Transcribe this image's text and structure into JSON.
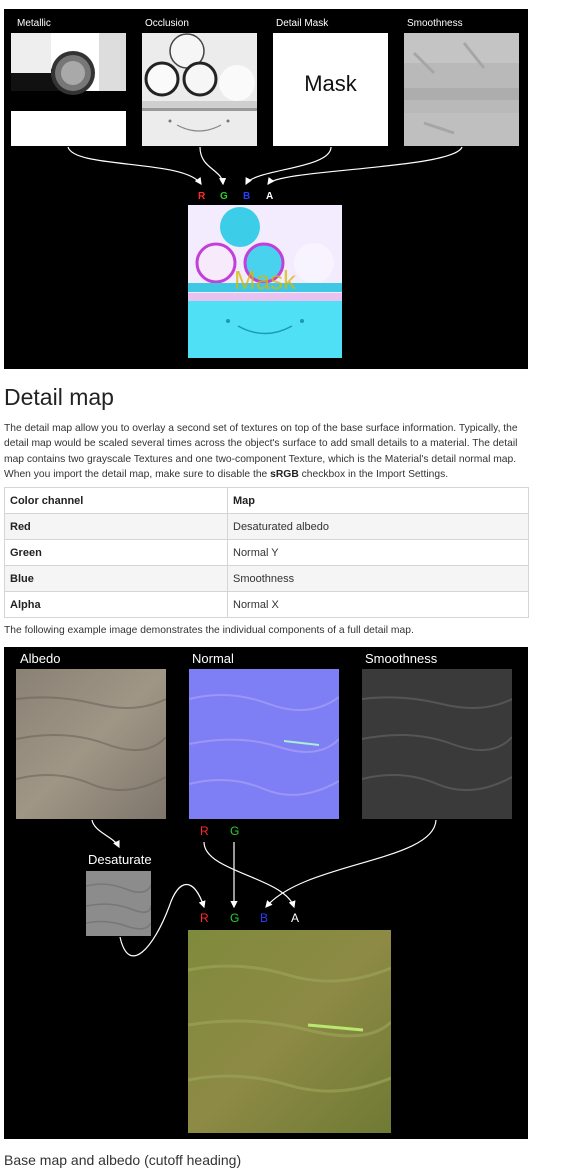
{
  "top_diagram": {
    "labels": {
      "metallic": "Metallic",
      "occlusion": "Occlusion",
      "detail_mask": "Detail Mask",
      "smoothness": "Smoothness"
    },
    "mask_text": "Mask",
    "result_overlay_text": "Mask",
    "channels": {
      "r": "R",
      "g": "G",
      "b": "B",
      "a": "A"
    },
    "channel_colors": {
      "r": "#ff2a2a",
      "g": "#2ecc2e",
      "b": "#2a3cff",
      "a": "#ffffff"
    }
  },
  "section": {
    "heading": "Detail map",
    "intro_before": "The detail map allow you to overlay a second set of textures on top of the base surface information. Typically, the detail map would be scaled several times across the object's surface to add small details to a material. The detail map contains two grayscale Textures and one two-component Texture, which is the Material's detail normal map. When you import the detail map, make sure to disable the ",
    "intro_bold": "sRGB",
    "intro_after": " checkbox in the Import Settings."
  },
  "table": {
    "headers": [
      "Color channel",
      "Map"
    ],
    "rows": [
      {
        "channel": "Red",
        "map": "Desaturated albedo"
      },
      {
        "channel": "Green",
        "map": "Normal Y"
      },
      {
        "channel": "Blue",
        "map": "Smoothness"
      },
      {
        "channel": "Alpha",
        "map": "Normal X"
      }
    ]
  },
  "example_text": "The following example image demonstrates the individual components of a full detail map.",
  "bottom_diagram": {
    "labels": {
      "albedo": "Albedo",
      "normal": "Normal",
      "smoothness": "Smoothness",
      "desaturate": "Desaturate"
    },
    "normal_channels": {
      "r": "R",
      "g": "G"
    },
    "channels": {
      "r": "R",
      "g": "G",
      "b": "B",
      "a": "A"
    }
  },
  "next_heading": "Base map and albedo (cutoff heading)"
}
